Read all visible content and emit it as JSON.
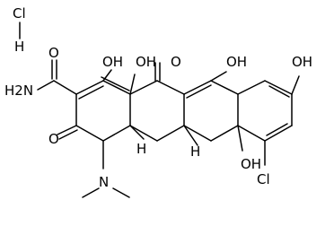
{
  "molecule": {
    "salt": "ClH",
    "labels": {
      "salt_cl": "Cl",
      "salt_h": "H",
      "amide_o": "O",
      "amide_n": "H2N",
      "oh_ring_a": "OH",
      "oh_4a": "OH",
      "ketone_11": "O",
      "oh_12": "OH",
      "oh_10": "OH",
      "ketone_3": "O",
      "h_5a": "H",
      "h_4a": "H",
      "nme2": "N",
      "oh_6": "OH",
      "cl_7": "Cl"
    }
  }
}
